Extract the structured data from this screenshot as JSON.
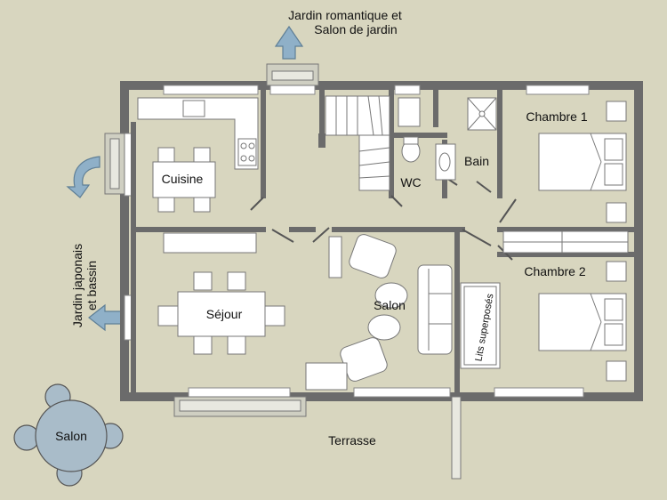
{
  "labels": {
    "garden_top_line1": "Jardin romantique et",
    "garden_top_line2": "Salon de jardin",
    "garden_left_line1": "Jardin japonais",
    "garden_left_line2": "et bassin",
    "kitchen": "Cuisine",
    "wc": "WC",
    "bath": "Bain",
    "bedroom1": "Chambre 1",
    "bedroom2": "Chambre 2",
    "living_dining": "Séjour",
    "living_room": "Salon",
    "bunk_beds": "Lits superposés",
    "terrace": "Terrasse",
    "outdoor_lounge": "Salon"
  },
  "colors": {
    "background": "#d8d6bf",
    "wall": "#6b6b6b",
    "furniture": "#ffffff",
    "arrow": "#8fb0c8",
    "outdoor_furniture": "#a9bcc9"
  }
}
